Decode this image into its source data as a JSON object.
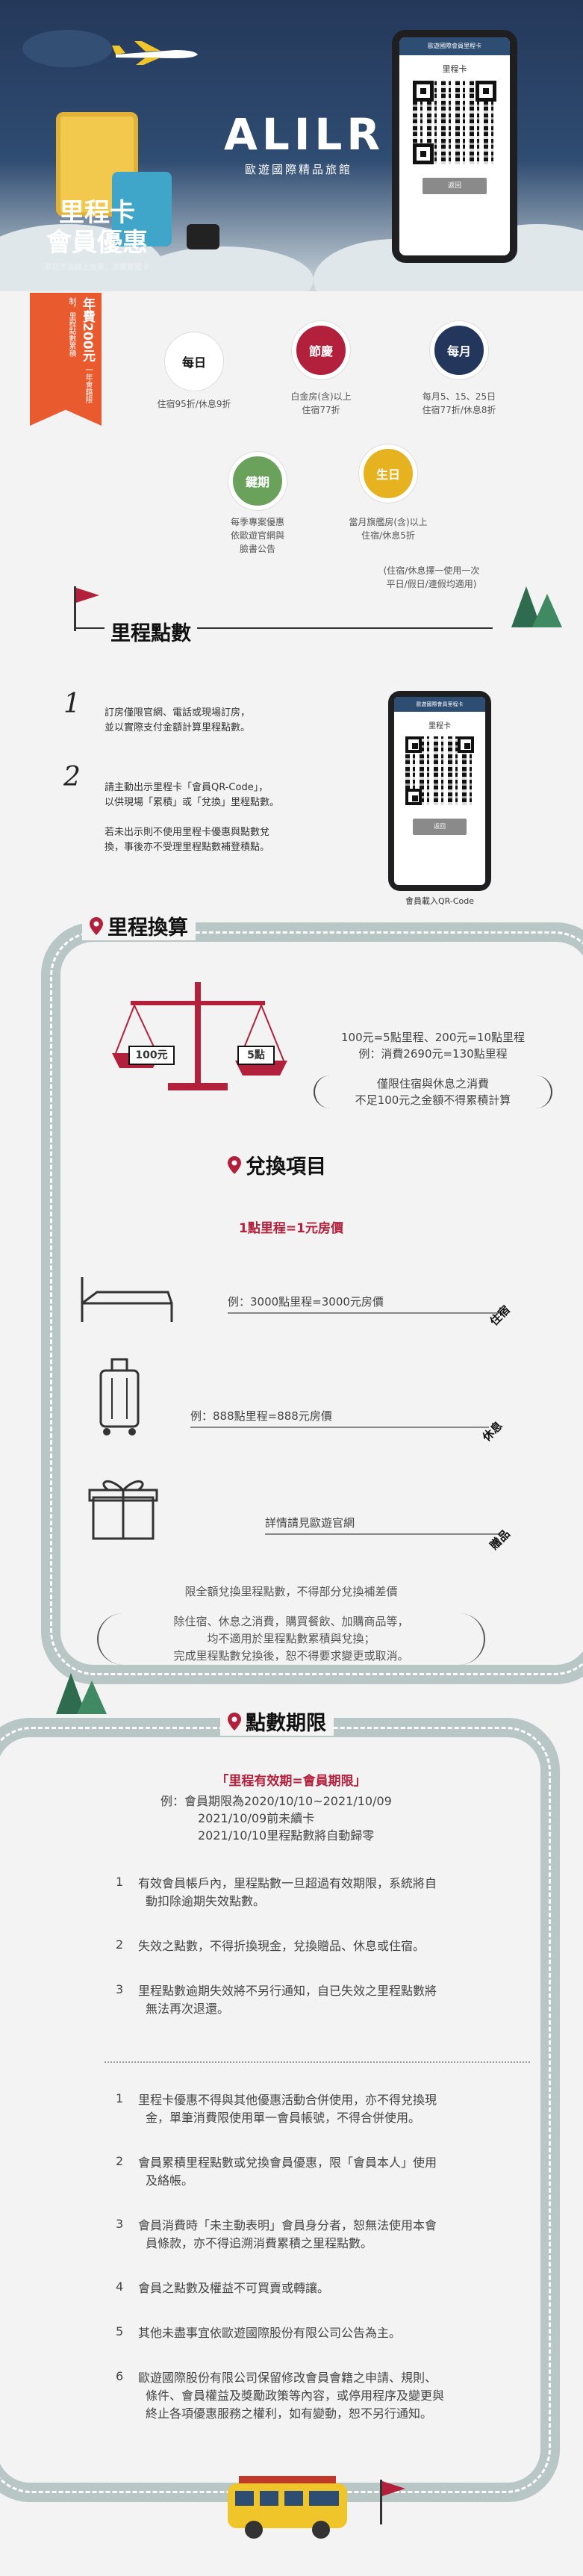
{
  "hero": {
    "logo_mark": "ALILR",
    "logo_sub": "歐遊國際精品旅館",
    "title_1": "里程卡",
    "title_2": "會員優惠",
    "subtitle": "享紅卡為線上會員，消費實體卡",
    "phone_header": "歐遊國際會員里程卡",
    "phone_label": "里程卡",
    "phone_button": "返回"
  },
  "ribbon": {
    "main": "年費200元",
    "sub": "一年會籍限制，里程點數累積"
  },
  "benefits": [
    {
      "name": "每日",
      "color": "#ffffff",
      "text_color": "#111111",
      "lines": [
        "住宿95折/休息9折"
      ]
    },
    {
      "name": "節慶",
      "color": "#b3203c",
      "text_color": "#ffffff",
      "lines": [
        "白金房(含)以上",
        "住宿77折"
      ]
    },
    {
      "name": "每月",
      "color": "#23375c",
      "text_color": "#ffffff",
      "lines": [
        "每月5、15、25日",
        "住宿77折/休息8折"
      ]
    },
    {
      "name": "鍵期",
      "color": "#6aa25c",
      "text_color": "#ffffff",
      "lines": [
        "每季專案優惠",
        "依歐遊官網與",
        "臉書公告"
      ]
    },
    {
      "name": "生日",
      "color": "#e7b21f",
      "text_color": "#ffffff",
      "lines": [
        "當月旗艦房(含)以上",
        "住宿/休息5折"
      ]
    }
  ],
  "birthday_note": [
    "(住宿/休息擇一使用一次",
    "平日/假日/連假均適用)"
  ],
  "points": {
    "title": "里程點數",
    "step1_num": "1",
    "step1": [
      "訂房僅限官網、電話或現場訂房，",
      "並以實際支付金額計算里程點數。"
    ],
    "step2_num": "2",
    "step2": [
      "請主動出示里程卡「會員QR-Code」，",
      "以供現場「累積」或「兌換」里程點數。"
    ],
    "step2_note": [
      "若未出示則不使用里程卡優惠與點數兌",
      "換，事後亦不受理里程點數補登積點。"
    ],
    "phone_caption": "會員載入QR-Code"
  },
  "exchange": {
    "title": "里程換算",
    "scale_left": "100元",
    "scale_right": "5點",
    "line1": "100元=5點里程、200元=10點里程",
    "line2": "例：消費2690元=130點里程",
    "note1": "僅限住宿與休息之消費",
    "note2": "不足100元之金額不得累積計算"
  },
  "redeem": {
    "title": "兌換項目",
    "rate": "1點里程=1元房價",
    "items": [
      {
        "example": "例：3000點里程=3000元房價",
        "tag": "住宿"
      },
      {
        "example": "例：888點里程=888元房價",
        "tag": "休息"
      },
      {
        "example": "詳情請見歐遊官網",
        "tag": "贈品"
      }
    ],
    "note_head": "限全額兌換里程點數，不得部分兌換補差價",
    "note_lines": [
      "除住宿、休息之消費，購買餐飲、加購商品等，",
      "均不適用於里程點數累積與兌換；",
      "完成里程點數兌換後，恕不得要求變更或取消。"
    ]
  },
  "expiry": {
    "title": "點數期限",
    "highlight": "「里程有效期=會員期限」",
    "example": [
      "例：會員期限為2020/10/10~2021/10/09",
      "2021/10/09前未續卡",
      "2021/10/10里程點數將自動歸零"
    ],
    "rules": [
      {
        "n": "1",
        "lines": [
          "有效會員帳戶內，里程點數一旦超過有效期限，系統將自",
          "動扣除逾期失效點數。"
        ]
      },
      {
        "n": "2",
        "lines": [
          "失效之點數，不得折換現金，兌換贈品、休息或住宿。"
        ]
      },
      {
        "n": "3",
        "lines": [
          "里程點數逾期失效將不另行通知，自已失效之里程點數將",
          "無法再次退還。"
        ]
      }
    ],
    "terms": [
      {
        "n": "1",
        "lines": [
          "里程卡優惠不得與其他優惠活動合併使用，亦不得兌換現",
          "金，單筆消費限使用單一會員帳號，不得合併使用。"
        ]
      },
      {
        "n": "2",
        "lines": [
          "會員累積里程點數或兌換會員優惠，限「會員本人」使用",
          "及絡帳。"
        ]
      },
      {
        "n": "3",
        "lines": [
          "會員消費時「未主動表明」會員身分者，恕無法使用本會",
          "員條款，亦不得追溯消費累積之里程點數。"
        ]
      },
      {
        "n": "4",
        "lines": [
          "會員之點數及權益不可買賣或轉讓。"
        ]
      },
      {
        "n": "5",
        "lines": [
          "其他未盡事宜依歐遊國際股份有限公司公告為主。"
        ]
      },
      {
        "n": "6",
        "lines": [
          "歐遊國際股份有限公司保留修改會員會籍之申請、規則、",
          "條件、會員權益及獎勵政策等內容，或停用程序及變更與",
          "終止各項優惠服務之權利，如有變動，恕不另行通知。"
        ]
      }
    ]
  },
  "colors": {
    "navy": "#23375c",
    "red": "#b3203c",
    "orange": "#ea5a2f",
    "road": "#b8c6c6",
    "green": "#2f6b4f"
  }
}
